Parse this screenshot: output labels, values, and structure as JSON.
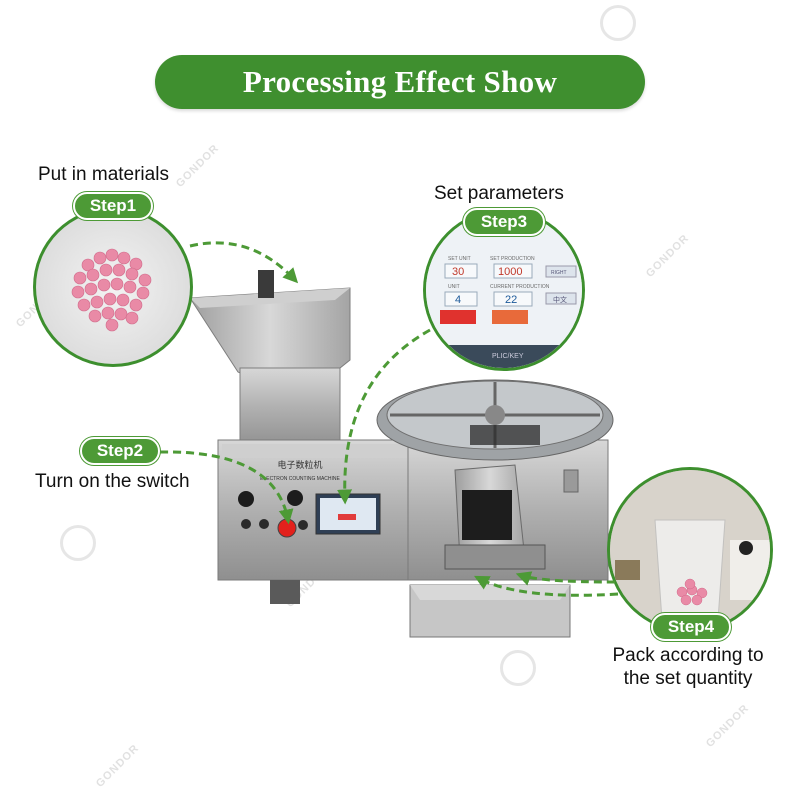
{
  "title": "Processing Effect Show",
  "steps": [
    {
      "badge": "Step1",
      "caption": "Put in materials"
    },
    {
      "badge": "Step2",
      "caption": "Turn on the switch"
    },
    {
      "badge": "Step3",
      "caption": "Set parameters"
    },
    {
      "badge": "Step4",
      "caption_line1": "Pack according to",
      "caption_line2": "the set quantity"
    }
  ],
  "panel": {
    "lbl_set_unit": "SET UNIT",
    "lbl_set_production": "SET PRODUCTION",
    "val_set_unit": "30",
    "val_set_production": "1000",
    "lbl_unit": "UNIT",
    "lbl_current_production": "CURRENT PRODUCTION",
    "val_unit": "4",
    "val_current_production": "22",
    "btn_right": "RIGHT",
    "btn_language": "中文",
    "brand": "PLIC/KEY"
  },
  "machine": {
    "label_cn": "电子数粒机",
    "label_en": "ELECTRON COUNTING MACHINE"
  },
  "watermark": "GONDOR",
  "colors": {
    "brand_green": "#3f8f2f",
    "badge_green": "#4d9a36",
    "steel": "#b9b9b9",
    "pill_pink": "#e98aa6"
  }
}
